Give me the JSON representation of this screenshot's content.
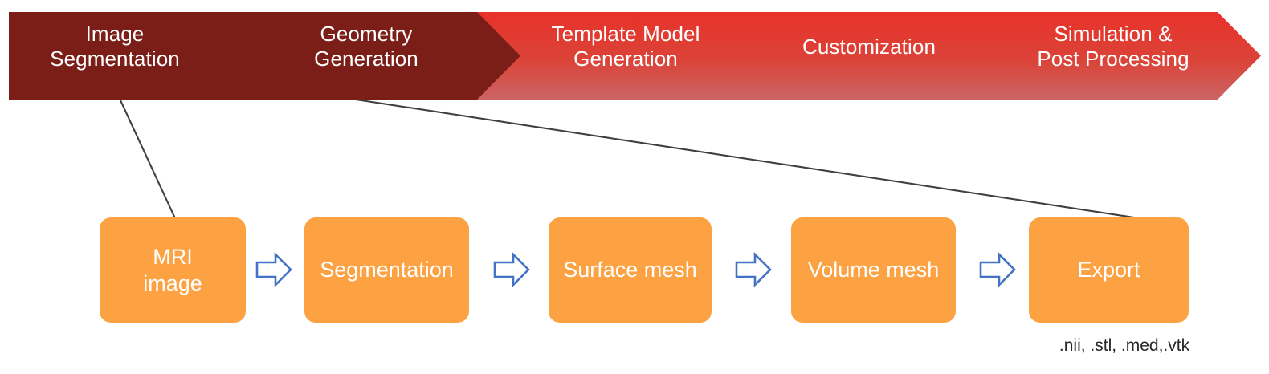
{
  "colors": {
    "banner_dark": "#7A1E17",
    "banner_light_top": "#E8322A",
    "banner_light_bottom": "#CB6565",
    "box_orange": "#FCA243",
    "arrow_outline": "#4472C4",
    "connector_line": "#404040",
    "caption_text": "#262626",
    "page_background": "#FFFFFF"
  },
  "banner": {
    "stages": [
      {
        "label": "Image\nSegmentation",
        "phase": "dark"
      },
      {
        "label": "Geometry\nGeneration",
        "phase": "dark"
      },
      {
        "label": "Template Model\nGeneration",
        "phase": "light"
      },
      {
        "label": "Customization",
        "phase": "light"
      },
      {
        "label": "Simulation &\nPost Processing",
        "phase": "light"
      }
    ]
  },
  "workflow": {
    "boxes": [
      {
        "label": "MRI\nimage"
      },
      {
        "label": "Segmentation"
      },
      {
        "label": "Surface mesh"
      },
      {
        "label": "Volume mesh"
      },
      {
        "label": "Export"
      }
    ],
    "arrows": [
      {
        "name": "arrow-mri-to-segmentation"
      },
      {
        "name": "arrow-segmentation-to-surface-mesh"
      },
      {
        "name": "arrow-surface-mesh-to-volume-mesh"
      },
      {
        "name": "arrow-volume-mesh-to-export"
      }
    ],
    "export_formats": ".nii, .stl, .med,.vtk"
  },
  "connectors": [
    {
      "name": "connector-image-segmentation-to-mri-image"
    },
    {
      "name": "connector-geometry-generation-to-export"
    }
  ]
}
